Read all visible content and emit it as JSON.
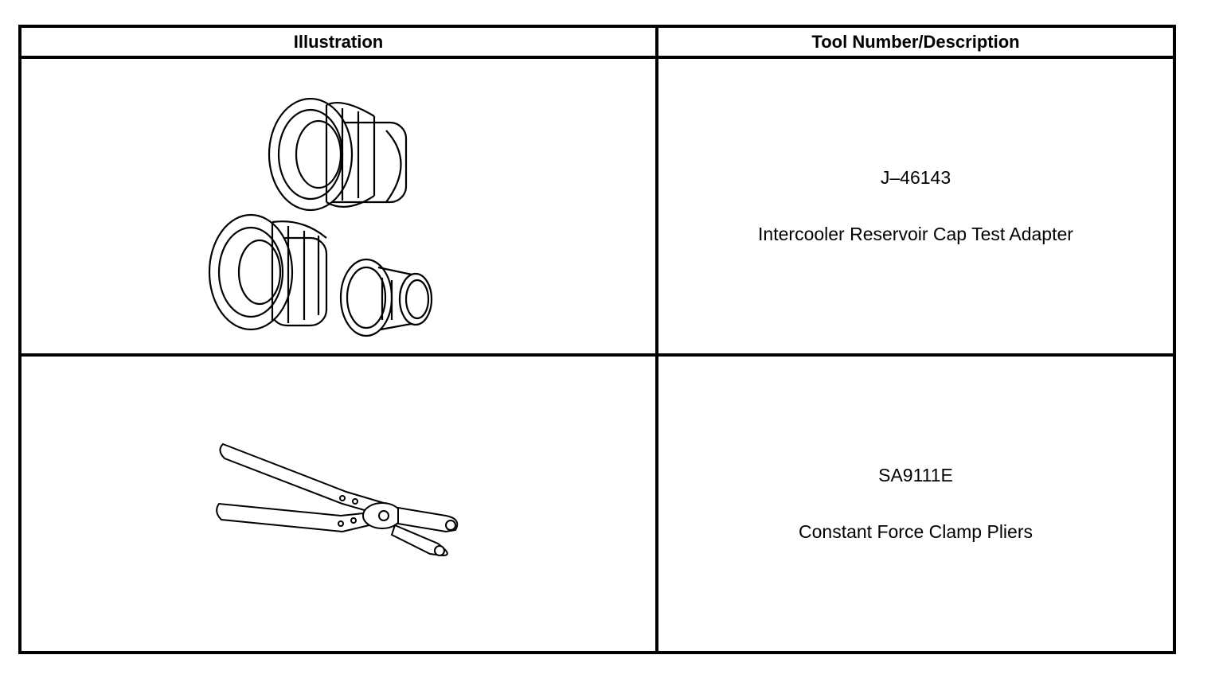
{
  "table": {
    "headers": {
      "illustration": "Illustration",
      "description": "Tool Number/Description"
    },
    "rows": [
      {
        "tool_number": "J–46143",
        "description": "Intercooler Reservoir Cap Test Adapter",
        "illustration_icon": "cap-test-adapter-set-illustration"
      },
      {
        "tool_number": "SA9111E",
        "description": "Constant Force Clamp Pliers",
        "illustration_icon": "clamp-pliers-illustration"
      }
    ]
  }
}
